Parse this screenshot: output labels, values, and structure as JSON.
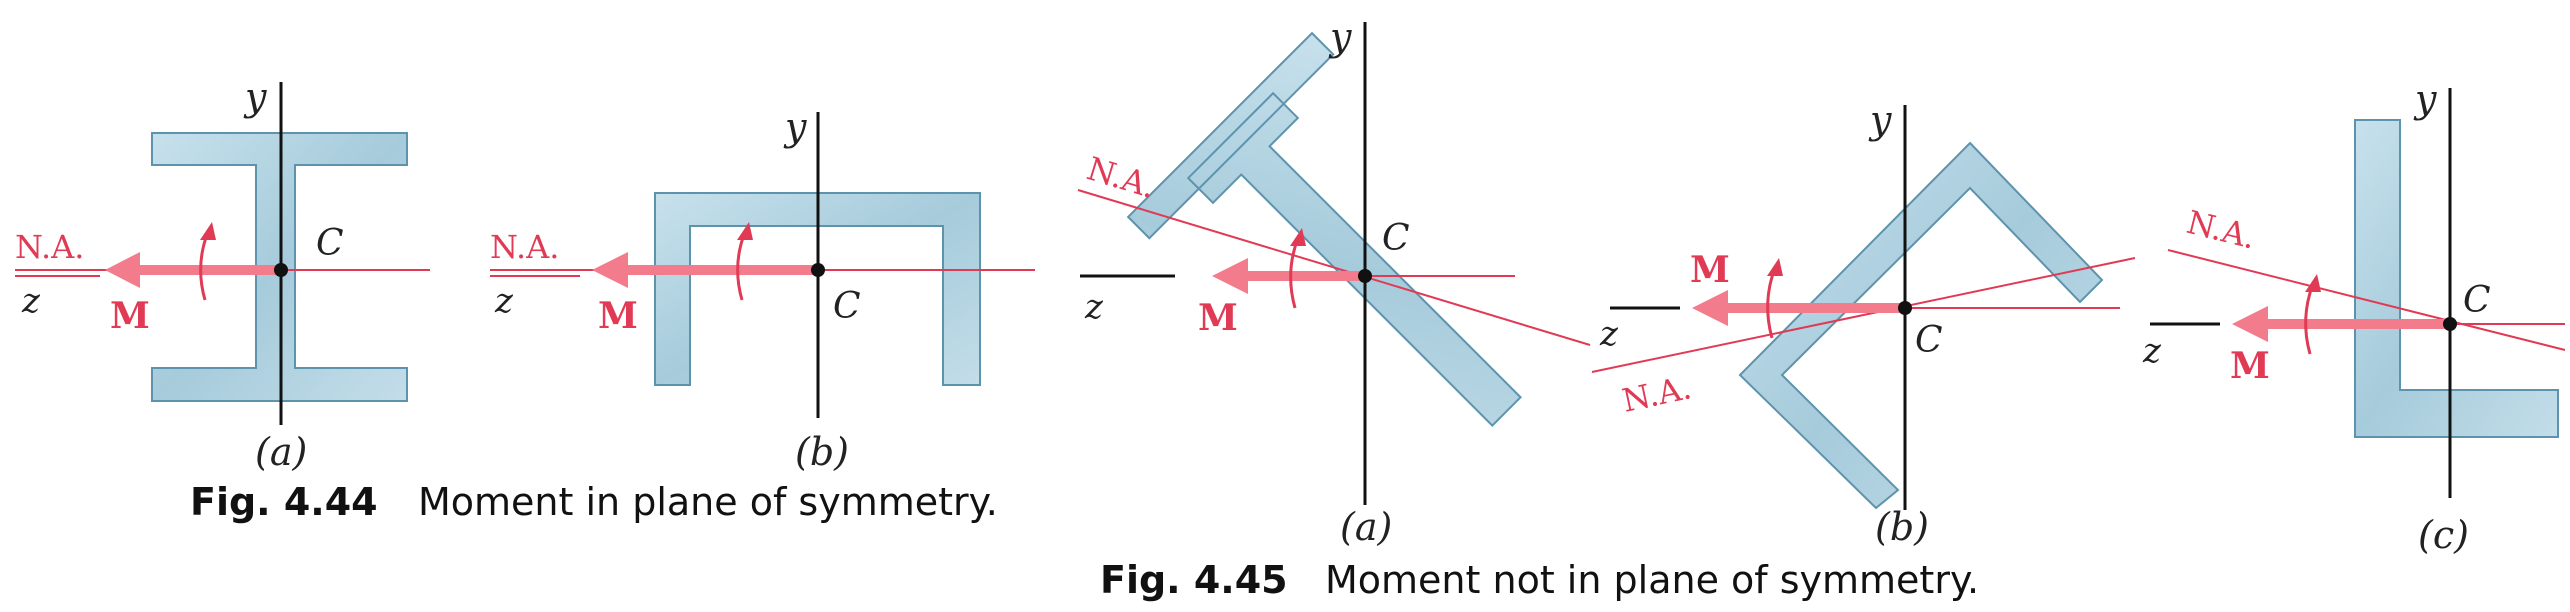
{
  "figures": [
    {
      "caption_number": "Fig. 4.44",
      "caption_text": "Moment in plane of symmetry.",
      "panels": [
        {
          "letter": "(a)",
          "y_label": "y",
          "z_label": "z",
          "centroid_label": "C",
          "na_label": "N.A.",
          "moment_label": "M"
        },
        {
          "letter": "(b)",
          "y_label": "y",
          "z_label": "z",
          "centroid_label": "C",
          "na_label": "N.A.",
          "moment_label": "M"
        }
      ]
    },
    {
      "caption_number": "Fig. 4.45",
      "caption_text": "Moment not in plane of symmetry.",
      "panels": [
        {
          "letter": "(a)",
          "y_label": "y",
          "z_label": "z",
          "centroid_label": "C",
          "na_label": "N.A.",
          "moment_label": "M"
        },
        {
          "letter": "(b)",
          "y_label": "y",
          "z_label": "z",
          "centroid_label": "C",
          "na_label": "N.A.",
          "moment_label": "M"
        },
        {
          "letter": "(c)",
          "y_label": "y",
          "z_label": "z",
          "centroid_label": "C",
          "na_label": "N.A.",
          "moment_label": "M"
        }
      ]
    }
  ],
  "colors": {
    "section_fill": "#a9cddc",
    "section_stroke": "#5e93ad",
    "accent": "#e03a55",
    "axis": "#111111"
  }
}
